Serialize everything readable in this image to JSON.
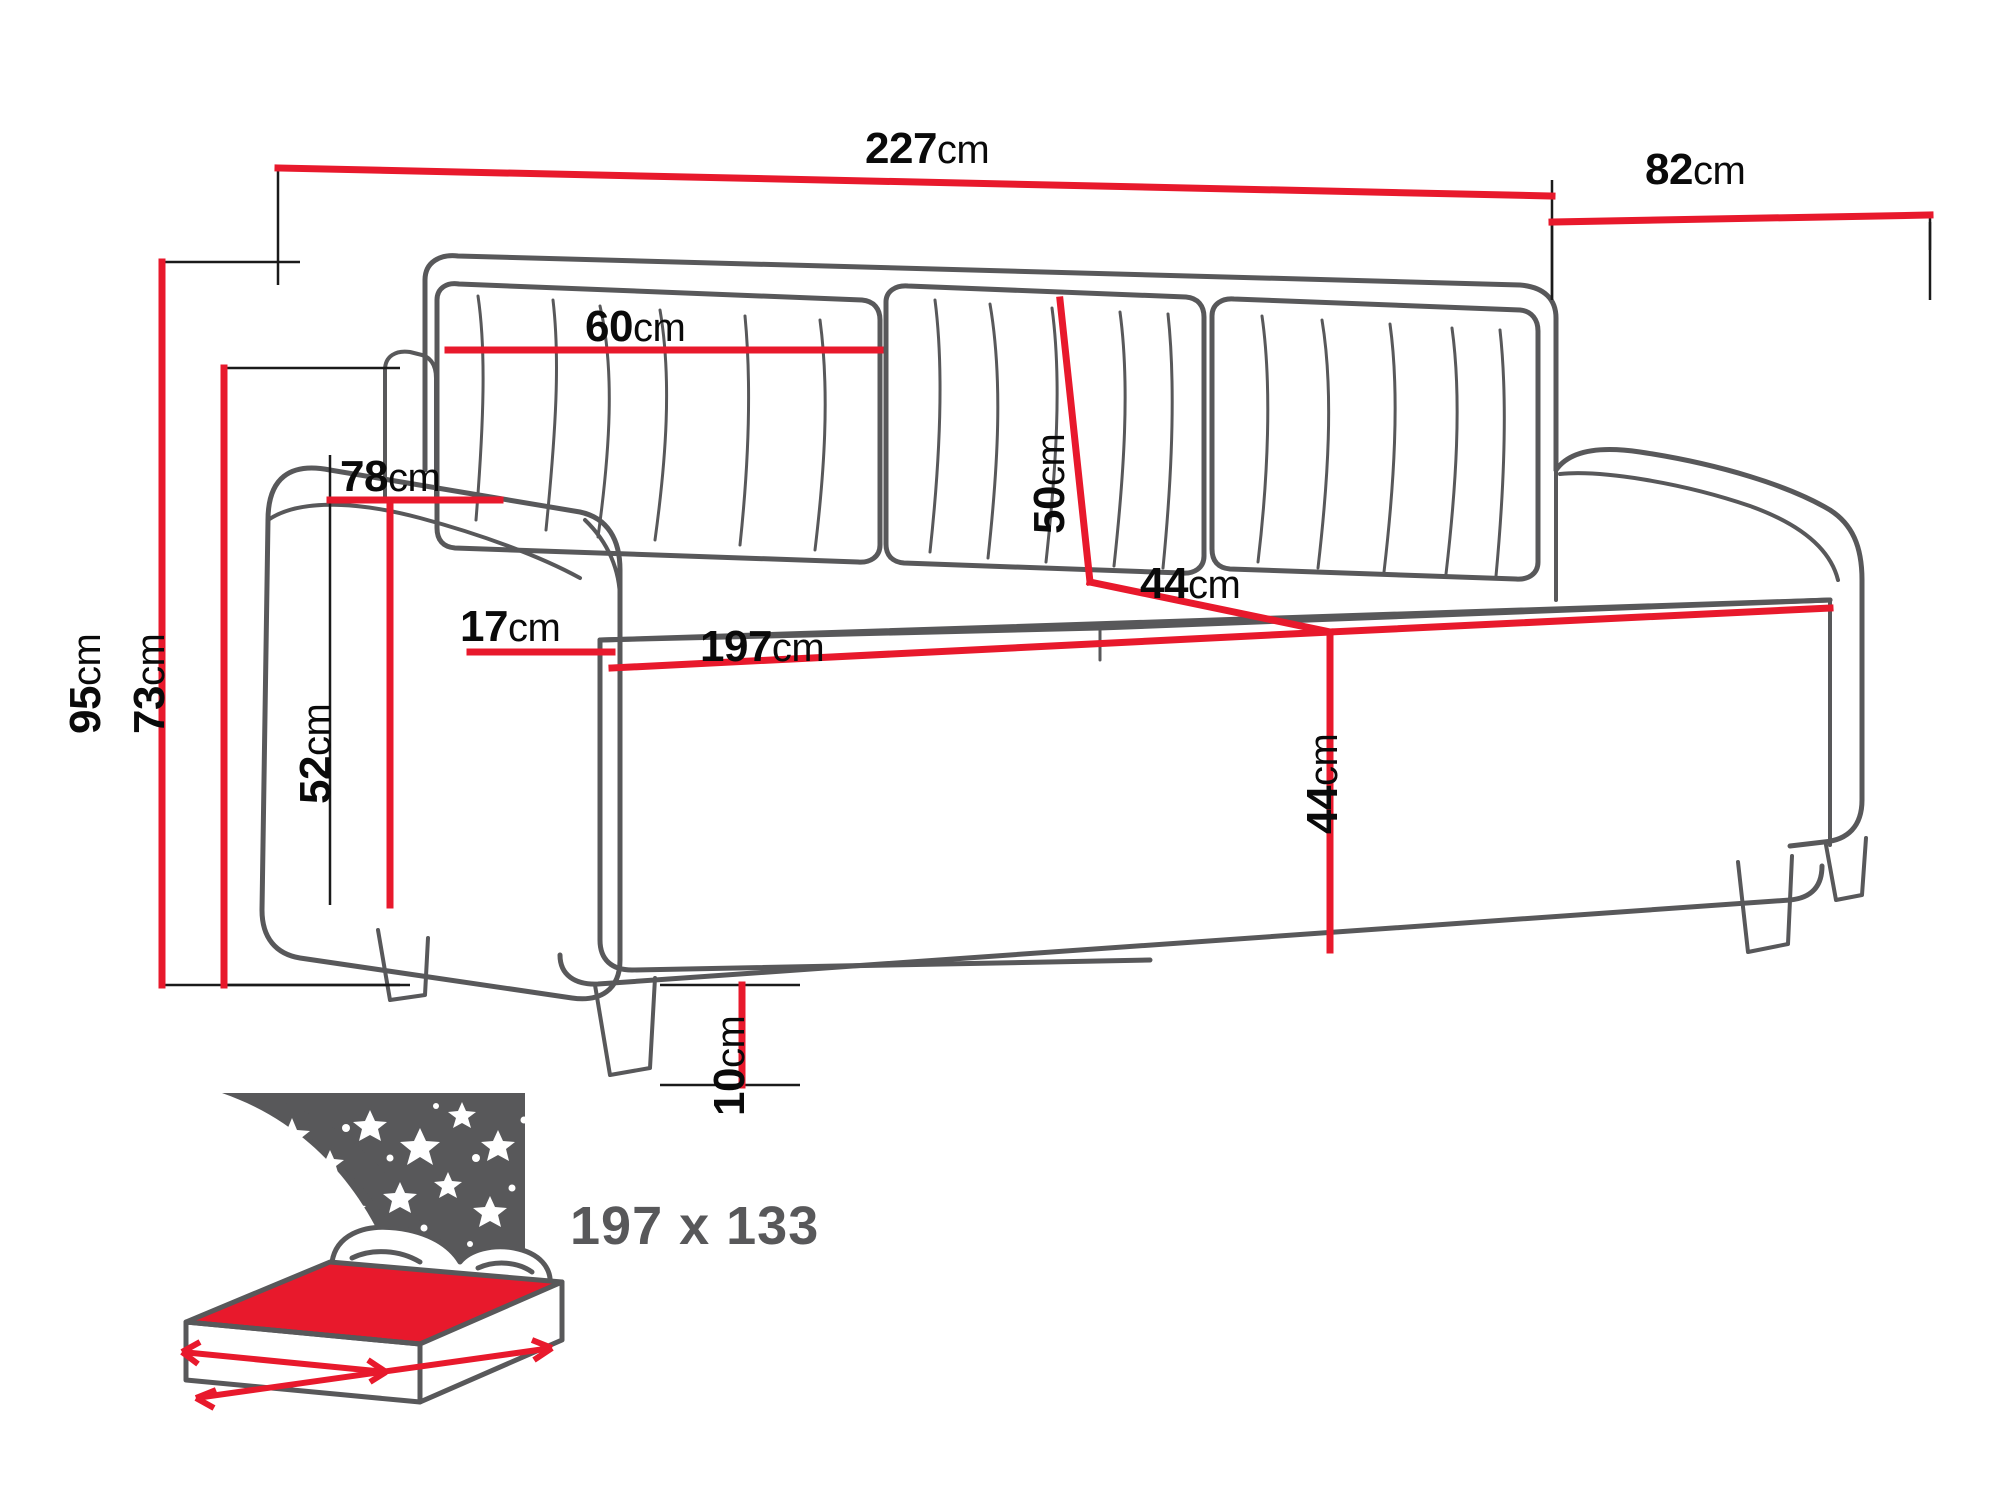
{
  "diagram": {
    "title": "Sofa bed technical dimension drawing",
    "unit": "cm",
    "colors": {
      "dimension_line": "#e8192c",
      "outline": "#58585a",
      "text": "#0a0a0a",
      "caption_text": "#58585a",
      "mattress_red": "#e8192c",
      "night_sky": "#58585a",
      "background": "#ffffff"
    }
  },
  "dimensions": {
    "overall_width": {
      "num": "227",
      "unit": "cm"
    },
    "overall_depth": {
      "num": "82",
      "unit": "cm"
    },
    "overall_height": {
      "num": "95",
      "unit": "cm"
    },
    "back_height": {
      "num": "73",
      "unit": "cm"
    },
    "backrest_cushion_width": {
      "num": "60",
      "unit": "cm"
    },
    "backrest_cushion_height": {
      "num": "50",
      "unit": "cm"
    },
    "seat_depth": {
      "num": "44",
      "unit": "cm"
    },
    "seat_width": {
      "num": "197",
      "unit": "cm"
    },
    "arm_depth": {
      "num": "78",
      "unit": "cm"
    },
    "arm_width": {
      "num": "17",
      "unit": "cm"
    },
    "arm_height": {
      "num": "52",
      "unit": "cm"
    },
    "seat_height": {
      "num": "44",
      "unit": "cm"
    },
    "leg_height": {
      "num": "10",
      "unit": "cm"
    }
  },
  "sleeping_area": {
    "caption": "197 x 133",
    "icon_name": "mattress-night-icon"
  }
}
